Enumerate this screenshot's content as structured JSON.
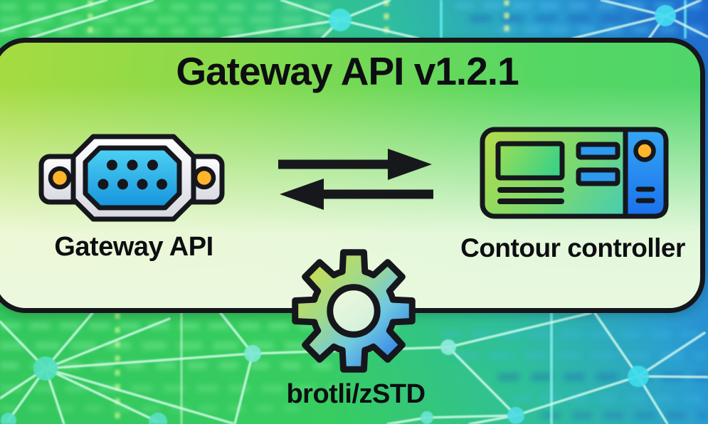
{
  "diagram": {
    "title": "Gateway API v1.2.1",
    "nodes": [
      {
        "id": "gateway-api",
        "label": "Gateway API",
        "icon": "serial-connector-icon"
      },
      {
        "id": "contour-controller",
        "label": "Contour controller",
        "icon": "controller-device-icon"
      }
    ],
    "link": {
      "icon": "bidirectional-arrows-icon",
      "style": "two-opposing-horizontal-arrows"
    },
    "compression": {
      "label": "brotli/zSTD",
      "icon": "gear-icon"
    },
    "colors": {
      "card_border": "#15171c",
      "card_green_top_left": "#a6db40",
      "card_green_top_right": "#4fd56a",
      "card_pale_bottom": "#e9f7dc",
      "bg_green": "#33c75e",
      "bg_blue": "#1f67cf",
      "bg_teal": "#2fbf9b",
      "accent_orange": "#ffb42a",
      "accent_blue": "#2196f3",
      "accent_cyan": "#45d8ec",
      "text": "#0d0e11"
    }
  }
}
